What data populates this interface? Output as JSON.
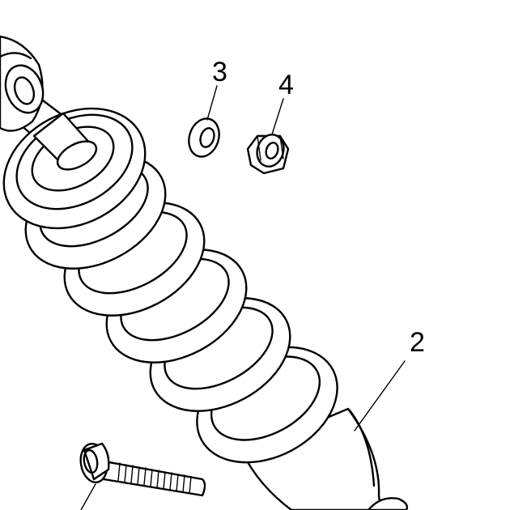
{
  "callouts": [
    {
      "id": "washer",
      "label": "3"
    },
    {
      "id": "nut",
      "label": "4"
    },
    {
      "id": "shock-absorber",
      "label": "2"
    }
  ]
}
